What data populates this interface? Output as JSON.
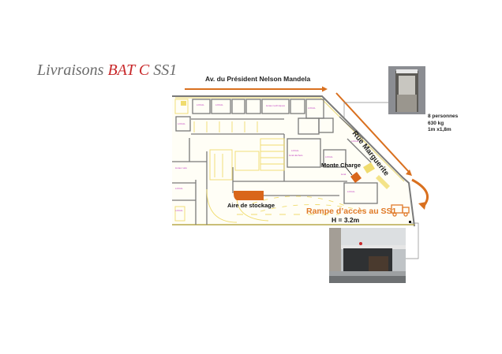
{
  "title": {
    "prefix": "Livraisons ",
    "building": "BAT C",
    "suffix": "  SS1",
    "accent_color": "#c8282a",
    "text_color": "#6b6b6b"
  },
  "streets": {
    "top": "Av. du Président Nelson Mandela",
    "diagonal": "Rue Marguerite"
  },
  "plan_labels": {
    "storage_area": "Aire de stockage",
    "freight_lift": "Monte Charge",
    "ramp": "Rampe d’accès au SS1",
    "ramp_height": "H = 3.2m"
  },
  "elevator": {
    "capacity_people": "8 personnes",
    "capacity_weight": "630 kg",
    "dimensions": "1m x1,8m"
  },
  "colors": {
    "arrow": "#d9701f",
    "storage_fill": "#d9661a",
    "wall": "#7a7a7a",
    "plan_lines": "#f0dc6e",
    "room_text": "#c040c0"
  }
}
